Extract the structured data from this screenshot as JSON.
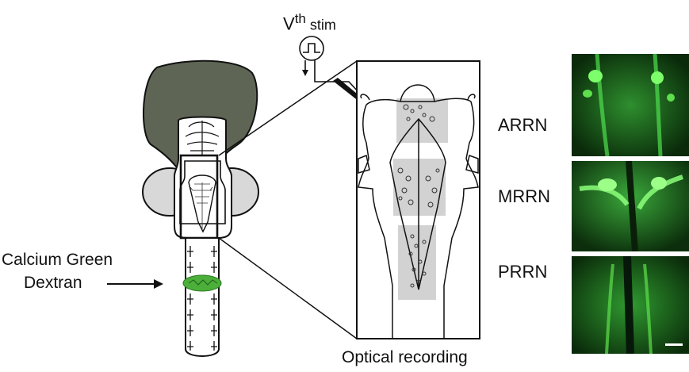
{
  "stim": {
    "base": "V",
    "sup": "th",
    "sub": " stim"
  },
  "dye": {
    "line1": "Calcium Green",
    "line2": "Dextran"
  },
  "recording_label": "Optical recording",
  "regions": [
    {
      "label": "ARRN"
    },
    {
      "label": "MRRN"
    },
    {
      "label": "PRRN"
    }
  ],
  "colors": {
    "brain_dark": "#5e6555",
    "ear_grey": "#d8d8d8",
    "panel_grey": "#d2d2d2",
    "dye_green": "#4caf3a",
    "micro_green": "#2fd52f"
  }
}
